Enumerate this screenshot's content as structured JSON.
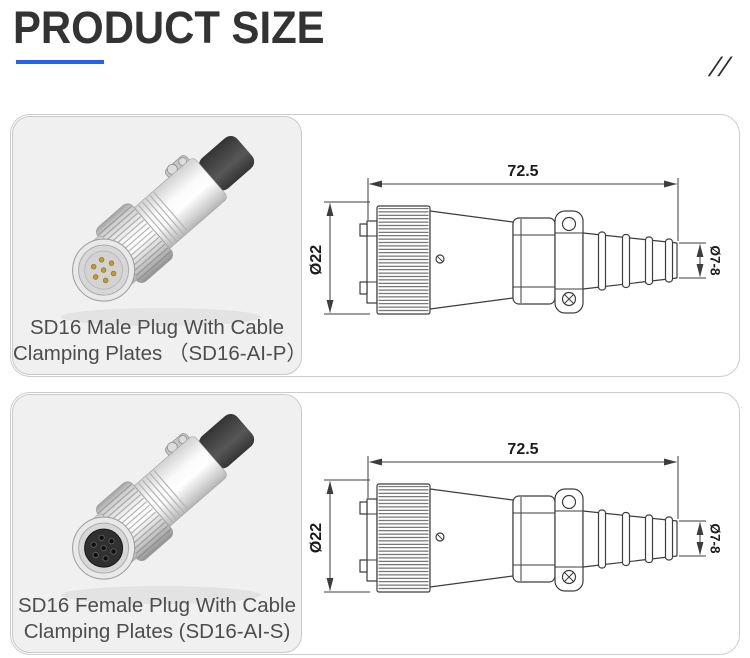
{
  "header": {
    "title": "PRODUCT SIZE",
    "slashes": "//"
  },
  "theme": {
    "accent_blue": "#2563eb",
    "heading_color": "#333333",
    "card_border": "#cccccc",
    "photo_panel_bg": "#f0f0f0",
    "caption_color": "#4d4d4d",
    "drawing_line_color": "#3d3d3d",
    "pin_gold": "#c49a33"
  },
  "products": [
    {
      "gender": "male",
      "caption_line1": "SD16 Male Plug With Cable",
      "caption_line2": "Clamping Plates （SD16-AI-P）",
      "dimensions": {
        "length": "72.5",
        "body_diameter": "Ø22",
        "tail_diameter": "Ø7-8"
      }
    },
    {
      "gender": "female",
      "caption_line1": "SD16 Female Plug With Cable",
      "caption_line2": "Clamping Plates (SD16-AI-S)",
      "dimensions": {
        "length": "72.5",
        "body_diameter": "Ø22",
        "tail_diameter": "Ø7-8"
      }
    }
  ]
}
